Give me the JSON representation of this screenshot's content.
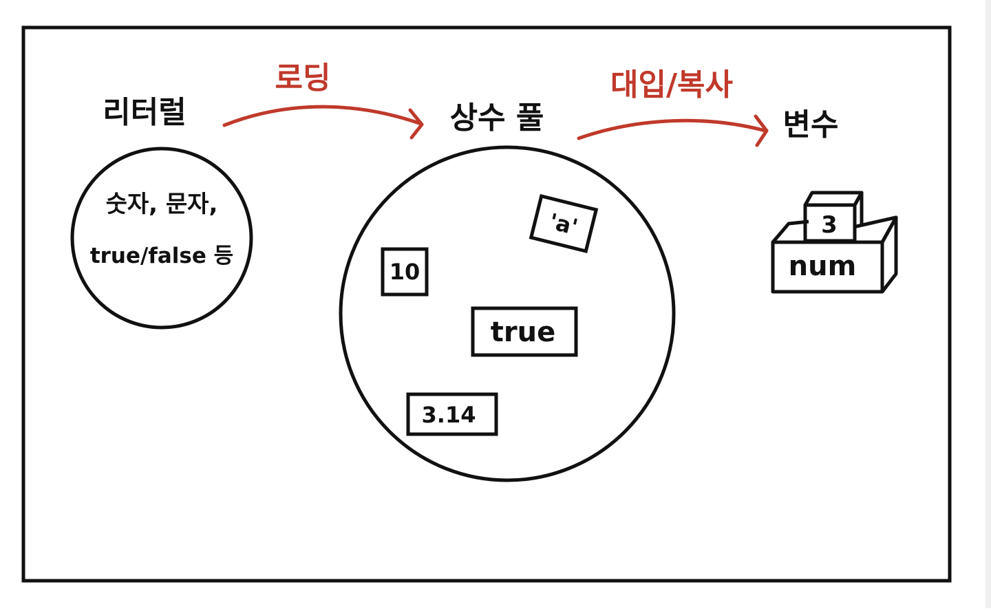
{
  "colors": {
    "ink": "#111111",
    "accent": "#c0392b",
    "background": "#ffffff",
    "scrollbar": "#efefef"
  },
  "literal": {
    "title": "리터럴",
    "desc_line1": "숫자, 문자,",
    "desc_line2": "true/false 등"
  },
  "loading_label": "로딩",
  "constant_pool": {
    "title": "상수 풀",
    "items": {
      "char": "'a'",
      "ten": "10",
      "bool": "true",
      "pi": "3.14"
    }
  },
  "assign_label": "대입/복사",
  "variable": {
    "title": "변수",
    "value": "3",
    "name": "num"
  }
}
